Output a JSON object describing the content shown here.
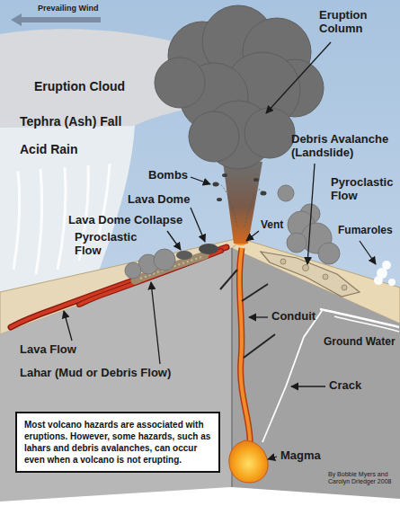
{
  "diagram": {
    "nodes": [
      {
        "text": [
          "Most volcano hazards are associated with eruptions. However, some hazards, such as lahars and debris avalanches, can occur even when a volcano is not erupting."
        ]
      }
    ],
    "labels": [
      "Prevailing Wind",
      "Eruption Column",
      "Eruption Cloud",
      "Tephra (Ash) Fall",
      "Debris Avalanche (Landslide)",
      "Acid Rain",
      "Bombs",
      "Pyroclastic Flow",
      "Lava Dome",
      "Lava Dome Collapse",
      "Vent",
      "Fumaroles",
      "Pyroclastic Flow",
      "Conduit",
      "Ground Water",
      "Lava Flow",
      "Lahar (Mud or Debris Flow)",
      "Crack",
      "Magma",
      "By Bobbie Myers and Carolyn Driedger 2008"
    ]
  }
}
